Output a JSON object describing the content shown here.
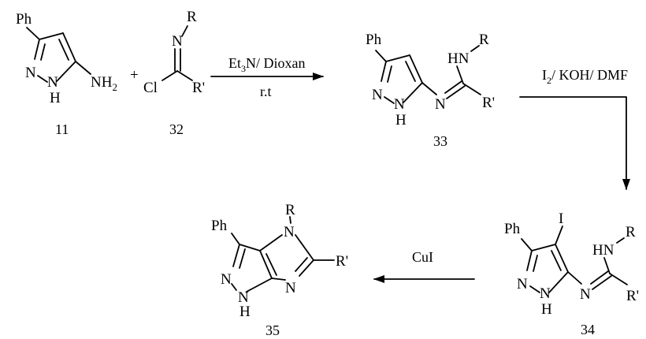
{
  "scheme": {
    "compounds": [
      {
        "number": "11",
        "atoms": {
          "substituent": "Ph",
          "n1": "N",
          "nh": "N",
          "h": "H",
          "amine": "NH",
          "amine_sub": "2"
        }
      },
      {
        "number": "32",
        "atoms": {
          "n": "N",
          "r": "R",
          "cl": "Cl",
          "r_prime": "R'"
        }
      },
      {
        "number": "33",
        "atoms": {
          "substituent": "Ph",
          "n1": "N",
          "nh": "N",
          "h": "H",
          "hn": "HN",
          "r": "R",
          "imine_n": "N",
          "r_prime": "R'"
        }
      },
      {
        "number": "34",
        "atoms": {
          "substituent": "Ph",
          "iodo": "I",
          "n1": "N",
          "nh": "N",
          "h": "H",
          "hn": "HN",
          "r": "R",
          "imine_n": "N",
          "r_prime": "R'"
        }
      },
      {
        "number": "35",
        "atoms": {
          "substituent": "Ph",
          "r": "R",
          "n4": "N",
          "r_prime": "R'",
          "n1": "N",
          "nh": "N",
          "n6": "N",
          "h": "H"
        }
      }
    ],
    "plus": "+",
    "arrows": [
      {
        "above_main": "Et",
        "above_sub": "3",
        "above_rest": "N/ Dioxan",
        "below": "r.t"
      },
      {
        "above_main": "I",
        "above_sub": "2",
        "above_rest": "/ KOH/ DMF"
      },
      {
        "above": "CuI"
      }
    ]
  }
}
